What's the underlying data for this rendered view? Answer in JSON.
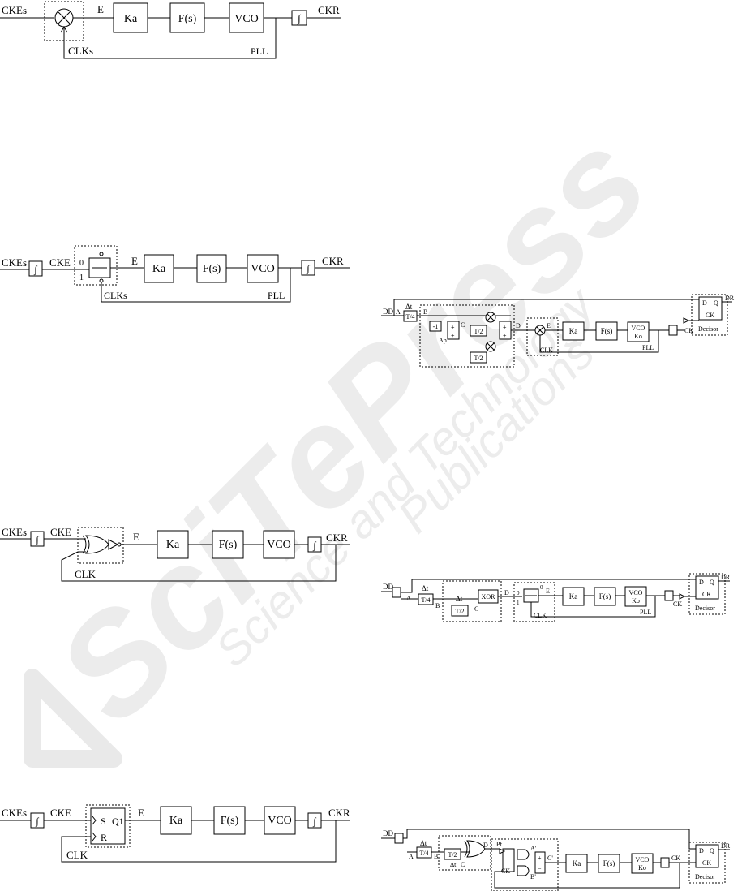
{
  "watermark": {
    "brand": "SciTePress",
    "line1": "Science and Technology",
    "line2": "Publications"
  },
  "diagrams": {
    "d1": {
      "input": "CKEs",
      "e": "E",
      "ka": "Ka",
      "filter": "F(s)",
      "vco": "VCO",
      "step": "∫",
      "output": "CKR",
      "feedback": "CLKs",
      "pll": "PLL"
    },
    "d2": {
      "input": "CKEs",
      "cke": "CKE",
      "zero": "0",
      "one": "1",
      "e": "E",
      "ka": "Ka",
      "filter": "F(s)",
      "vco": "VCO",
      "step": "∫",
      "output": "CKR",
      "feedback": "CLKs",
      "pll": "PLL"
    },
    "d3": {
      "input": "CKEs",
      "cke": "CKE",
      "e": "E",
      "ka": "Ka",
      "filter": "F(s)",
      "vco": "VCO",
      "step": "∫",
      "output": "CKR",
      "feedback": "CLK"
    },
    "d4": {
      "input": "CKEs",
      "cke": "CKE",
      "s": "S",
      "q1": "Q1",
      "r": "R",
      "e": "E",
      "ka": "Ka",
      "filter": "F(s)",
      "vco": "VCO",
      "step": "∫",
      "output": "CKR",
      "feedback": "CLK"
    },
    "d5": {
      "input": "DD",
      "a": "A",
      "dt": "Δt",
      "t4": "T/4",
      "b": "B",
      "neg": "-1",
      "plus": "+",
      "c": "C",
      "ap": "Ap",
      "t2": "T/2",
      "t2b": "T/2",
      "d": "D",
      "e": "E",
      "clk": "CLK",
      "ka": "Ka",
      "filter": "F(s)",
      "vco": "VCO",
      "ko": "Ko",
      "pll": "PLL",
      "ck": "CK",
      "dq_d": "D",
      "dq_q": "Q",
      "dq_ck": "CK",
      "output": "DR",
      "decisor": "Decisor"
    },
    "d6": {
      "input": "DD",
      "a": "A",
      "dt": "Δt",
      "t4": "T/4",
      "b": "B",
      "dt2": "Δt",
      "t2": "T/2",
      "c": "C",
      "xor": "XOR",
      "d": "D",
      "zero": "0",
      "one": "1",
      "e": "E",
      "clk": "CLK",
      "ka": "Ka",
      "filter": "F(s)",
      "vco": "VCO",
      "ko": "Ko",
      "pll": "PLL",
      "ck": "CK",
      "dq_d": "D",
      "dq_q": "Q",
      "dq_ck": "CK",
      "output": "DR",
      "decisor": "Decisor"
    },
    "d7": {
      "input": "DD",
      "a": "A",
      "dt": "Δt",
      "t4": "T/4",
      "b": "B",
      "t2": "T/2",
      "dt2": "Δt",
      "c": "C",
      "d": "D",
      "pf": "Pf",
      "ap": "A'",
      "bp": "B'",
      "cp": "C'",
      "ckin": "CK",
      "plus": "+",
      "minus": "−",
      "ka": "Ka",
      "filter": "F(s)",
      "vco": "VCO",
      "ko": "Ko",
      "ck": "CK",
      "dq_d": "D",
      "dq_q": "Q",
      "dq_ck": "CK",
      "output": "DR",
      "decisor": "Decisor"
    }
  }
}
